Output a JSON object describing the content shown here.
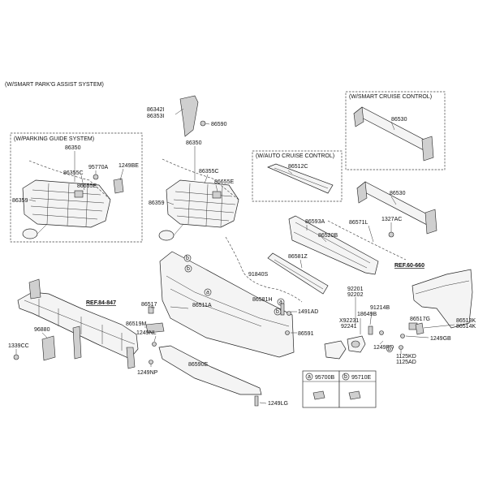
{
  "title": "(W/SMART PARK'G ASSIST SYSTEM)",
  "boxes": {
    "parking_guide": "(W/PARKING GUIDE SYSTEM)",
    "smart_cruise": "(W/SMART CRUISE CONTROL)",
    "auto_cruise": "(W/AUTO CRUISE CONTROL)"
  },
  "refs": {
    "ref_84": "REF.84-847",
    "ref_60": "REF.60-660"
  },
  "circle_markers": {
    "a": "a",
    "b": "b"
  },
  "legend": {
    "a_code": "95700B",
    "b_code": "95710E"
  },
  "labels": {
    "p86350_left": "86350",
    "p86355c_left": "86355C",
    "p95770a": "95770A",
    "p1249be": "1249BE",
    "p86655e_left": "86655E",
    "p86359_left": "86359",
    "p86342i": "86342I",
    "p86353i": "86353I",
    "p86590": "86590",
    "p86350_mid": "86350",
    "p86355c_mid": "86355C",
    "p86655e_mid": "86655E",
    "p86359_mid": "86359",
    "p86512c": "86512C",
    "p86530_top": "86530",
    "p86530_bot": "86530",
    "p86593a": "86593A",
    "p86520b": "86520B",
    "p86571l": "86571L",
    "p1327ac": "1327AC",
    "p86581z": "86581Z",
    "p91840s": "91840S",
    "p86517_left": "86517",
    "p86511a": "86511A",
    "p86519m": "86519M",
    "p1249nl": "1249NL",
    "p86590e": "86590E",
    "p1249np": "1249NP",
    "p1249lg": "1249LG",
    "p86581h": "86581H",
    "p1491ad": "1491AD",
    "p86591": "86591",
    "p92201": "92201",
    "p92202": "92202",
    "p91214b": "91214B",
    "p18649b": "18649B",
    "px92231": "X92231",
    "p92241": "92241",
    "p1249bd": "1249BD",
    "p86517g": "86517G",
    "p86513k": "86513K",
    "p86514k": "86514K",
    "p1249gb": "1249GB",
    "p1125kd": "1125KD",
    "p1125ad": "1125AD",
    "p96880": "96880",
    "p1339cc": "1339CC"
  }
}
